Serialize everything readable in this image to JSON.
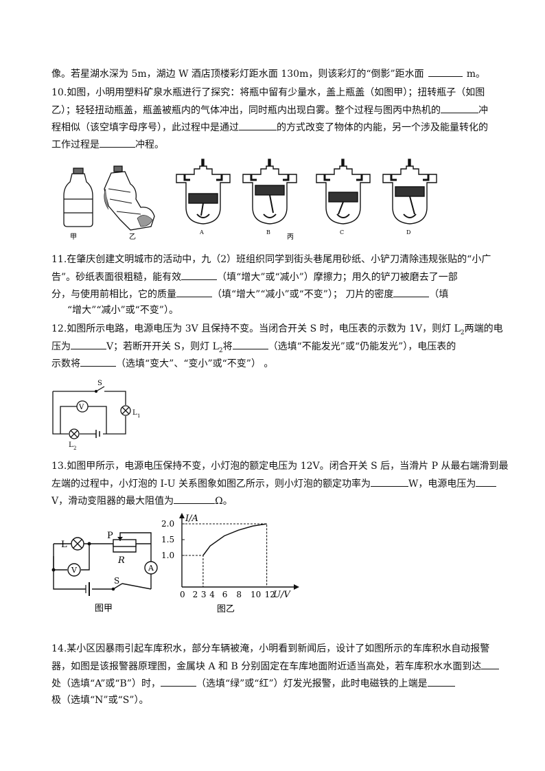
{
  "q9_tail": {
    "a": "像。若星湖水深为  5m，湖边 W 酒店顶楼彩灯距水面  130m，则该彩灯的“倒影”距水面",
    "b": "m。"
  },
  "q10": {
    "l1": "10.如图，小明用塑料矿泉水瓶进行了探究：将瓶中留有少量水，盖上瓶盖（如图甲）；扭转瓶子（如图",
    "l2a": "乙）；轻轻扭动瓶盖，瓶盖被瓶内的气体冲出，同时瓶内出现白雾。整个过程与图丙中热机的",
    "l2b": "冲",
    "l3a": "程相似（该空填字母序号），此过程中是通过",
    "l3b": "的方式改变了物体的内能，另一个涉及能量转化的",
    "l4a": "工作过程是",
    "l4b": "冲程。",
    "figure": {
      "label_jia": "甲",
      "label_yi": "乙",
      "label_bing": "丙",
      "engines": [
        "A",
        "B",
        "C",
        "D"
      ]
    }
  },
  "q11": {
    "l1": "11.在肇庆创建文明城市的活动中，九（2）班组织同学到街头巷尾用砂纸、小铲刀清除违规张贴的“小广",
    "l2a": "告”。砂纸表面很粗糙，能有效",
    "l2b": "（填“增大”或“减小”）摩擦力；用久的铲刀被磨去了一部",
    "l3a": "分，与使用前相比，它的质量",
    "l3b": "（填“增大”“减小”或“不变”）；  刀片的密度",
    "l3c": "（填",
    "l4": "“增大”“减小”或“不变”）。"
  },
  "q12": {
    "l1a": "12.如图所示电路，电源电压为 3V 且保持不变。当闭合开关 S 时，电压表的示数为 1V，则灯 L",
    "l1sub": "2",
    "l1b": "两端的电",
    "l2a": "压为",
    "l2b": "V；若断开开关 S，则灯  L",
    "l2sub": "2",
    "l2c": "将",
    "l2d": "（选填“不能发光”或“仍能发光”），电压表的",
    "l3a": "示数将",
    "l3b": "（选填“变大”、“变小”或“不变”）  。",
    "figure": {
      "switch": "S",
      "meter": "V",
      "lamp1": "L",
      "lamp1_sub": "1",
      "lamp2": "L",
      "lamp2_sub": "2"
    }
  },
  "q13": {
    "l1": "13.如图甲所示，电源电压保持不变，小灯泡的额定电压为 12V。闭合开关 S 后，当滑片 P 从最右端滑到最",
    "l2a": "左端的过程中，小灯泡的 I-U 关系图象如图乙所示，则小灯泡的额定功率为",
    "l2b": "W，电源电压为",
    "l3a": "V，滑动变阻器的最大阻值为",
    "l3b": "Ω。",
    "fig_jia": {
      "caption": "图甲",
      "lamp": "L",
      "slider": "P",
      "resistor": "R",
      "voltmeter": "V",
      "ammeter": "A",
      "switch": "S"
    },
    "fig_yi": {
      "caption": "图乙",
      "ylabel": "I/A",
      "xlabel": "U/V"
    }
  },
  "chart_data": {
    "type": "line",
    "title": "",
    "xlabel": "U/V",
    "ylabel": "I/A",
    "xlim": [
      0,
      13
    ],
    "ylim": [
      0,
      2.2
    ],
    "xticks": [
      0,
      2,
      3,
      4,
      6,
      8,
      10,
      12
    ],
    "xtick_labels": [
      "0",
      "2",
      "3",
      "4",
      "6",
      "8",
      "10",
      "12"
    ],
    "yticks": [
      1.0,
      1.5,
      2.0
    ],
    "ytick_labels": [
      "1.0",
      "1.5",
      "2.0"
    ],
    "series": [
      {
        "x": [
          3,
          4,
          6,
          8,
          10,
          12
        ],
        "y": [
          1.0,
          1.3,
          1.62,
          1.8,
          1.93,
          2.0
        ]
      }
    ],
    "reference_lines": [
      {
        "x": [
          0,
          3,
          3
        ],
        "y": [
          1.0,
          1.0,
          0
        ]
      },
      {
        "x": [
          0,
          12,
          12
        ],
        "y": [
          2.0,
          2.0,
          0
        ]
      }
    ],
    "grid": false,
    "legend": "none"
  },
  "q14": {
    "l1": "14.某小区因暴雨引起车库积水，部分车辆被淹，小明看到新闻后，设计了如图所示的车库积水自动报警",
    "l2a": "器，如图是该报警器原理图，金属块 A 和 B 分别固定在车库地面附近适当高处，若车库积水水面到达",
    "l3a": "处（选填“A”或“B”）时，",
    "l3b": "（选填“绿”或“红”）灯发光报警，此时电磁铁的上端是",
    "l4a": "极（选填“N”或“S”）。"
  }
}
